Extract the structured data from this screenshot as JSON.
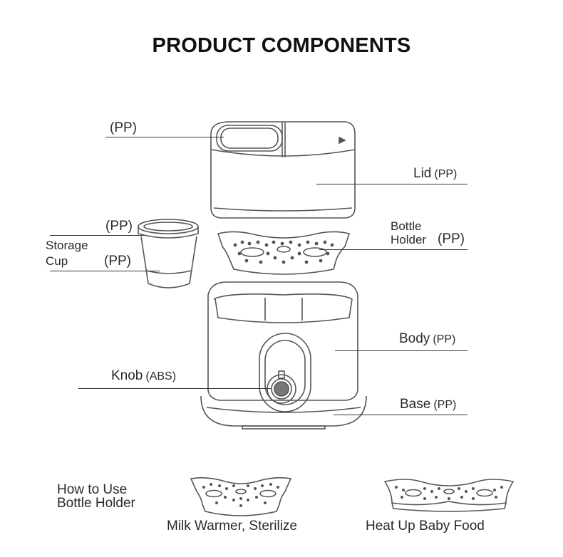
{
  "title": "PRODUCT COMPONENTS",
  "labels": {
    "lid_insert_material": "(PP)",
    "lid_name": "Lid",
    "lid_material": "(PP)",
    "cup_lid_material": "(PP)",
    "storage_cup_line1": "Storage",
    "storage_cup_line2": "Cup",
    "storage_cup_material": "(PP)",
    "bottle_holder_line1": "Bottle",
    "bottle_holder_line2": "Holder",
    "bottle_holder_material": "(PP)",
    "body_name": "Body",
    "body_material": "(PP)",
    "knob_name": "Knob",
    "knob_material": "(ABS)",
    "base_name": "Base",
    "base_material": "(PP)"
  },
  "how_to_use": {
    "heading_line1": "How to Use",
    "heading_line2": "Bottle Holder",
    "option1": "Milk Warmer, Sterilize",
    "option2": "Heat Up Baby Food"
  }
}
